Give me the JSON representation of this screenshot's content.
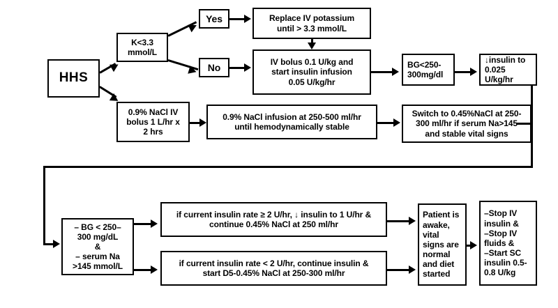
{
  "diagram": {
    "title": "HHS treatment algorithm flowchart",
    "colors": {
      "line": "#000000",
      "box_fill": "#ffffff",
      "background": "#ffffff"
    },
    "nodes": {
      "hhs": "HHS",
      "k_check": "K<3.3\nmmol/L",
      "yes": "Yes",
      "no": "No",
      "replace_k": "Replace IV potassium\nuntil > 3.3 mmol/L",
      "iv_bolus_insulin": "IV bolus 0.1  U/kg and\nstart insulin infusion\n0.05 U/kg/hr",
      "bg_250_300": "BG<250-\n300mg/dl",
      "reduce_insulin": "↓insulin to\n0.025 U/kg/hr",
      "nacl_bolus": "0.9% NaCl IV\nbolus 1 L/hr x\n2 hrs",
      "nacl_infusion": "0.9% NaCl infusion at 250-500 ml/hr\nuntil hemodynamically stable",
      "switch_nacl": "Switch to 0.45%NaCl at 250-\n300 ml/hr if serum Na>145\nand stable vital signs",
      "bg_serum_na": "– BG < 250–\n300 mg/dL\n&\n– serum Na\n>145 mmol/L",
      "insulin_ge_2": "if current insulin rate ≥ 2 U/hr, ↓ insulin to 1 U/hr &\ncontinue 0.45% NaCl at 250 ml/hr",
      "insulin_lt_2": "if current insulin rate < 2 U/hr, continue insulin &\nstart D5-0.45% NaCl at 250-300 ml/hr",
      "patient_awake": "Patient is\nawake,\nvital\nsigns are\nnormal\nand diet\nstarted",
      "stop_iv": "–Stop IV\ninsulin &\n–Stop IV\nfluids &\n–Start SC\ninsulin 0.5-\n0.8 U/kg"
    },
    "edges": [
      {
        "from": "hhs",
        "to": "k_check",
        "label": ""
      },
      {
        "from": "hhs",
        "to": "nacl_bolus",
        "label": ""
      },
      {
        "from": "k_check",
        "to": "yes",
        "label": "Yes"
      },
      {
        "from": "k_check",
        "to": "no",
        "label": "No"
      },
      {
        "from": "yes",
        "to": "replace_k",
        "label": ""
      },
      {
        "from": "no",
        "to": "iv_bolus_insulin",
        "label": ""
      },
      {
        "from": "replace_k",
        "to": "iv_bolus_insulin",
        "label": ""
      },
      {
        "from": "iv_bolus_insulin",
        "to": "bg_250_300",
        "label": ""
      },
      {
        "from": "bg_250_300",
        "to": "reduce_insulin",
        "label": ""
      },
      {
        "from": "nacl_bolus",
        "to": "nacl_infusion",
        "label": ""
      },
      {
        "from": "nacl_infusion",
        "to": "switch_nacl",
        "label": ""
      },
      {
        "from": "reduce_insulin",
        "to": "bg_serum_na",
        "label": ""
      },
      {
        "from": "switch_nacl",
        "to": "bg_serum_na",
        "label": ""
      },
      {
        "from": "bg_serum_na",
        "to": "insulin_ge_2",
        "label": ""
      },
      {
        "from": "bg_serum_na",
        "to": "insulin_lt_2",
        "label": ""
      },
      {
        "from": "insulin_ge_2",
        "to": "patient_awake",
        "label": ""
      },
      {
        "from": "insulin_lt_2",
        "to": "patient_awake",
        "label": ""
      },
      {
        "from": "patient_awake",
        "to": "stop_iv",
        "label": ""
      }
    ]
  }
}
